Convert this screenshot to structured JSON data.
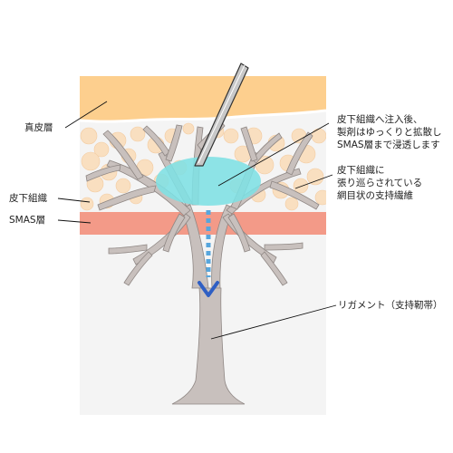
{
  "labels": {
    "dermis": "真皮層",
    "subcutaneous": "皮下組織",
    "smas": "SMAS層",
    "injection_note": [
      "皮下組織へ注入後、",
      "製剤はゆっくりと拡散し",
      "SMAS層まで浸透します"
    ],
    "fiber_note": [
      "皮下組織に",
      "張り巡らされている",
      "網目状の支持繊維"
    ],
    "ligament": "リガメント（支持靭帯）"
  },
  "colors": {
    "dermis": "#fdcf8e",
    "subcutaneous": "#f4f4f4",
    "fat": "#f9dfc0",
    "smas": "#f39a88",
    "ligament": "#c8c0bd",
    "ligament_outline": "#8f8784",
    "injection": "#7ee0e4",
    "flow_arrow": "#2f5fc4",
    "flow_dots": "#57a6dd",
    "needle": "#c8c8c8",
    "needle_outline": "#333333",
    "leader_line": "#111111"
  },
  "icons": {
    "needle": "needle-icon",
    "flow": "arrow-down-icon"
  }
}
